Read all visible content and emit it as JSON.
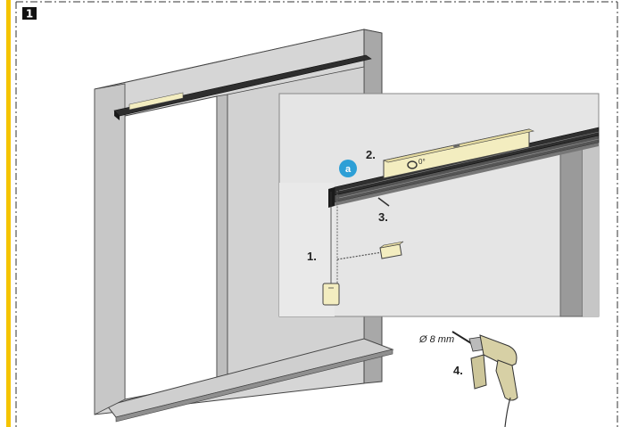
{
  "step_number": "1",
  "callout_badge": "a",
  "labels": {
    "plumb_line": "1.",
    "spirit_level": "2.",
    "mark": "3.",
    "drill": "4.",
    "drill_diameter": "Ø 8 mm"
  },
  "colors": {
    "accent_bar": "#f5c400",
    "badge": "#2d9fd6",
    "wall": "#d9d9d9",
    "wall_dark": "#a3a3a3",
    "detail_bg": "#e5e5e5",
    "track": "#2e2e2e",
    "level_fill": "#f3edc0",
    "drill_fill": "#d7d0a5"
  }
}
